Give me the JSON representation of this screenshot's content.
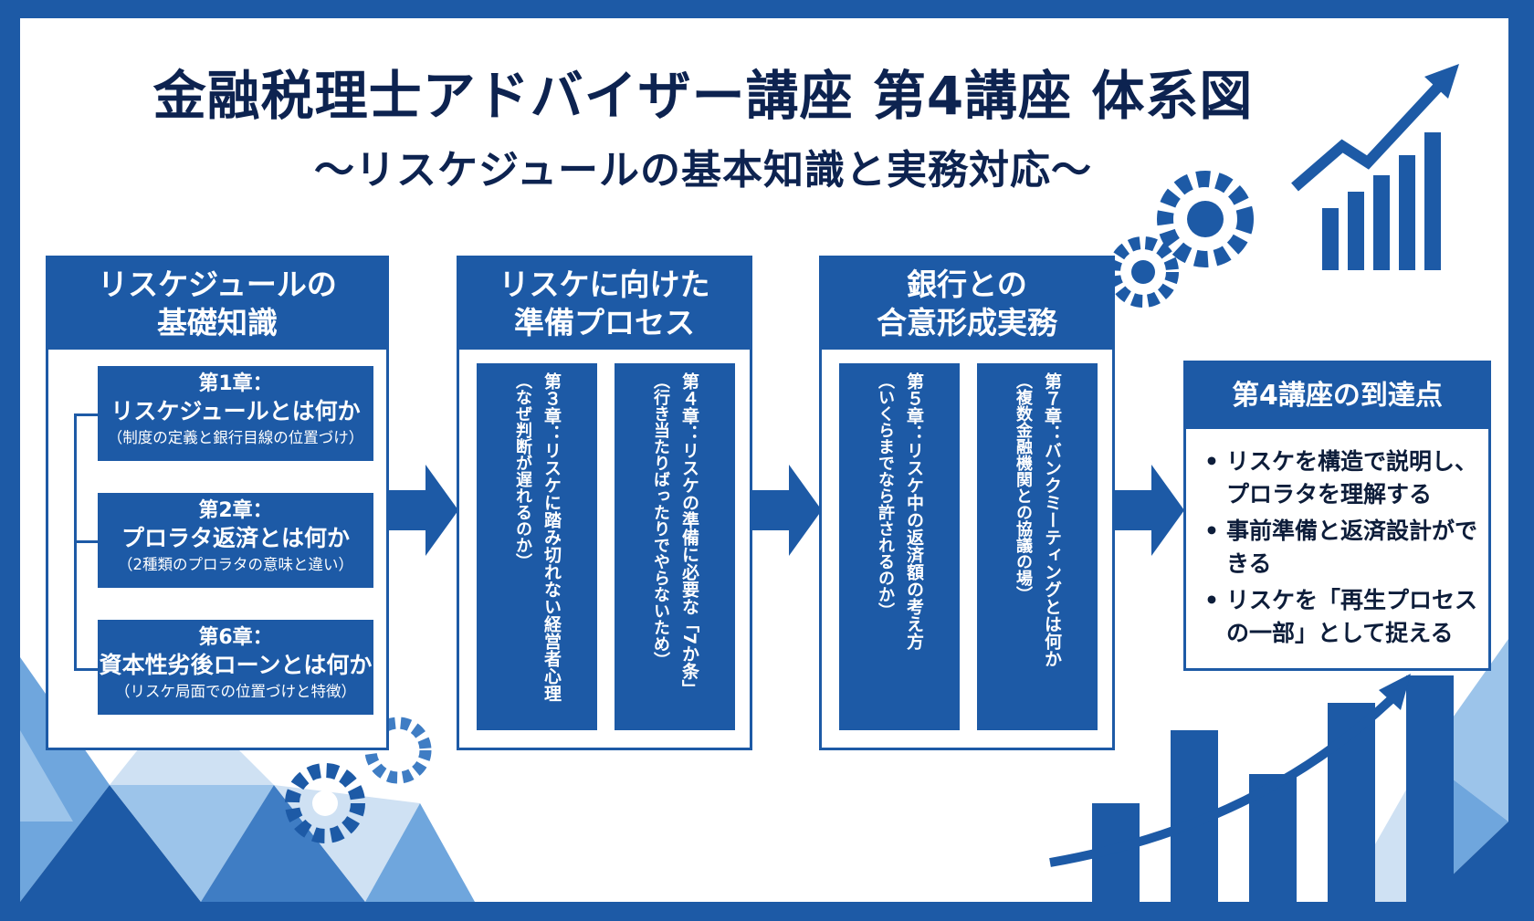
{
  "header": {
    "title": "金融税理士アドバイザー講座 第4講座 体系図",
    "subtitle": "〜リスケジュールの基本知識と実務対応〜"
  },
  "columns": [
    {
      "heading": [
        "リスケジュールの",
        "基礎知識"
      ],
      "chapters": [
        {
          "num": "第1章：",
          "title": "リスケジュールとは何か",
          "desc": "（制度の定義と銀行目線の位置づけ）"
        },
        {
          "num": "第2章：",
          "title": "プロラタ返済とは何か",
          "desc": "（2種類のプロラタの意味と違い）"
        },
        {
          "num": "第6章：",
          "title": "資本性劣後ローンとは何か",
          "desc": "（リスケ局面での位置づけと特徴）"
        }
      ]
    },
    {
      "heading": [
        "リスケに向けた",
        "準備プロセス"
      ],
      "chapters": [
        {
          "num_title": "第３章：リスケに踏み切れない経営者心理",
          "desc": "（なぜ判断が遅れるのか）"
        },
        {
          "num_title": "第４章：リスケの準備に必要な「7か条」",
          "desc": "（行き当たりばったりでやらないため）"
        }
      ]
    },
    {
      "heading": [
        "銀行との",
        "合意形成実務"
      ],
      "chapters": [
        {
          "num_title": "第５章：リスケ中の返済額の考え方",
          "desc": "（いくらまでなら許されるのか）"
        },
        {
          "num_title": "第７章：バンクミーティングとは何か",
          "desc": "（複数金融機関との協議の場）"
        }
      ]
    }
  ],
  "goal": {
    "heading": "第4講座の到達点",
    "items": [
      "リスケを構造で説明し、プロラタを理解する",
      "事前準備と返済設計ができる",
      "リスケを「再生プロセスの一部」として捉える"
    ]
  },
  "colors": {
    "primary": "#1d5aa6",
    "dark": "#0d2350",
    "light": "#6fa6dd",
    "pale": "#cfe1f3"
  },
  "icons": [
    "gear-icon",
    "growth-arrow-icon",
    "bar-chart-icon",
    "right-arrow-icon"
  ]
}
